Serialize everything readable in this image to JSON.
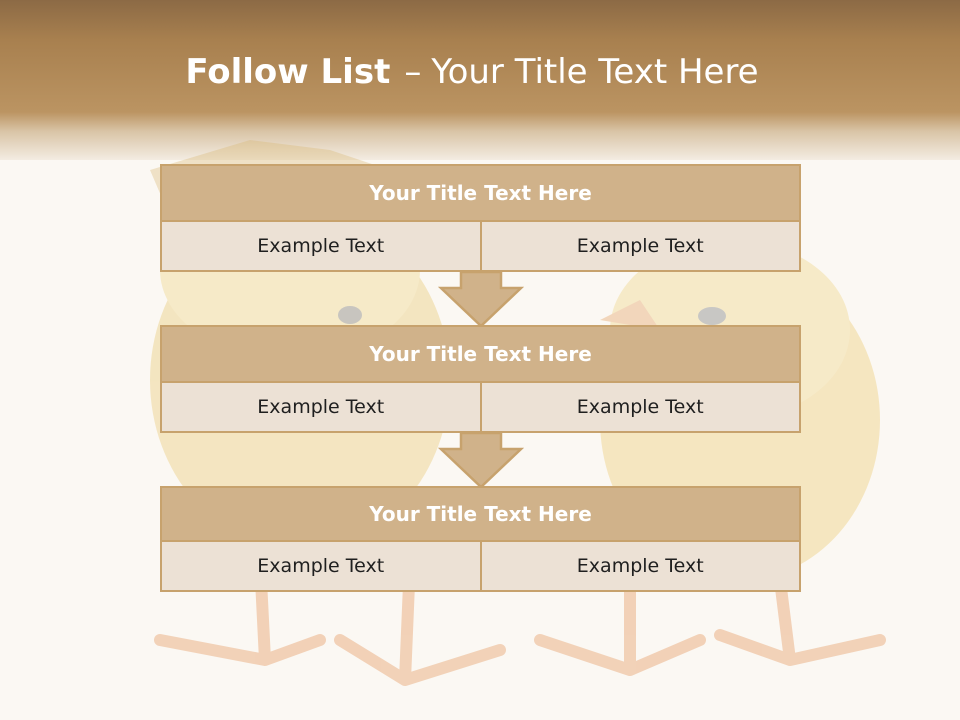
{
  "slide": {
    "title_bold": "Follow List",
    "title_separator": "–",
    "title_rest": "Your Title Text Here"
  },
  "blocks": [
    {
      "title": "Your Title Text Here",
      "left_text": "Example Text",
      "right_text": "Example Text"
    },
    {
      "title": "Your Title Text Here",
      "left_text": "Example Text",
      "right_text": "Example Text"
    },
    {
      "title": "Your Title Text Here",
      "left_text": "Example Text",
      "right_text": "Example Text"
    }
  ],
  "colors": {
    "header": "#a8804f",
    "block_title": "#d0b28a",
    "block_cell": "#ece1d5",
    "border": "#c7a26d"
  }
}
